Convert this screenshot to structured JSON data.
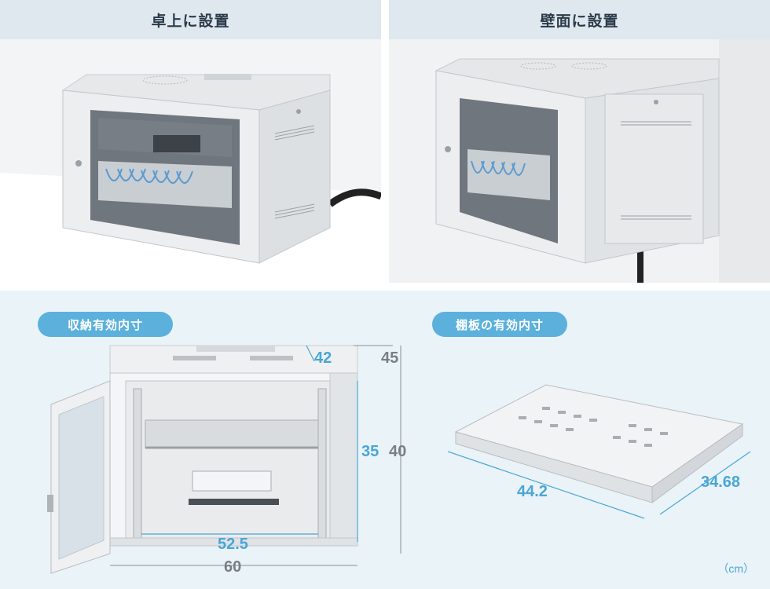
{
  "panels": {
    "desk": {
      "title": "卓上に設置"
    },
    "wall": {
      "title": "壁面に設置"
    }
  },
  "interior": {
    "label": "収納有効内寸",
    "dims": {
      "depth_inner": "42",
      "depth_outer": "45",
      "height_inner": "35",
      "height_outer": "40",
      "width_inner": "52.5",
      "width_outer": "60"
    }
  },
  "shelf": {
    "label": "棚板の有効内寸",
    "dims": {
      "width": "44.2",
      "depth": "34.68"
    }
  },
  "unit": "（cm）",
  "colors": {
    "accent": "#5cb0dc",
    "dimension_blue": "#4aa6d6",
    "header_bg": "#dfe8ee"
  }
}
